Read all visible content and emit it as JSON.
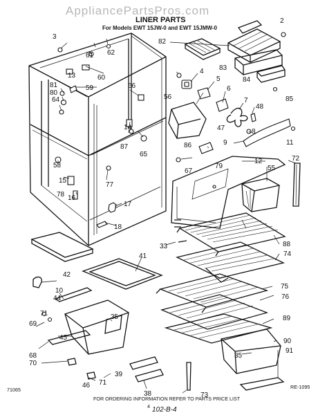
{
  "watermark": "AppliancePartsPros.com",
  "title": "LINER PARTS",
  "subtitle": "For Models EWT 15JW-0 and EWT 15JMW-0",
  "footer": {
    "instruction": "FOR ORDERING INFORMATION REFER TO PARTS PRICE LIST",
    "left_code": "71065",
    "right_code": "RE-1095",
    "page": "4",
    "handwritten": "102-B-4"
  },
  "callouts": [
    "2",
    "3",
    "4",
    "5",
    "6",
    "7",
    "8",
    "9",
    "10",
    "11",
    "12",
    "13",
    "14",
    "15",
    "16",
    "17",
    "18",
    "33",
    "35",
    "35",
    "38",
    "39",
    "41",
    "42",
    "44",
    "45",
    "46",
    "47",
    "48",
    "55",
    "56",
    "58",
    "59",
    "60",
    "61",
    "62",
    "64",
    "65",
    "66",
    "67",
    "68",
    "69",
    "70",
    "71",
    "71",
    "72",
    "73",
    "74",
    "75",
    "76",
    "77",
    "78",
    "79",
    "80",
    "81",
    "82",
    "83",
    "84",
    "85",
    "86",
    "87",
    "88",
    "89",
    "90",
    "91"
  ]
}
